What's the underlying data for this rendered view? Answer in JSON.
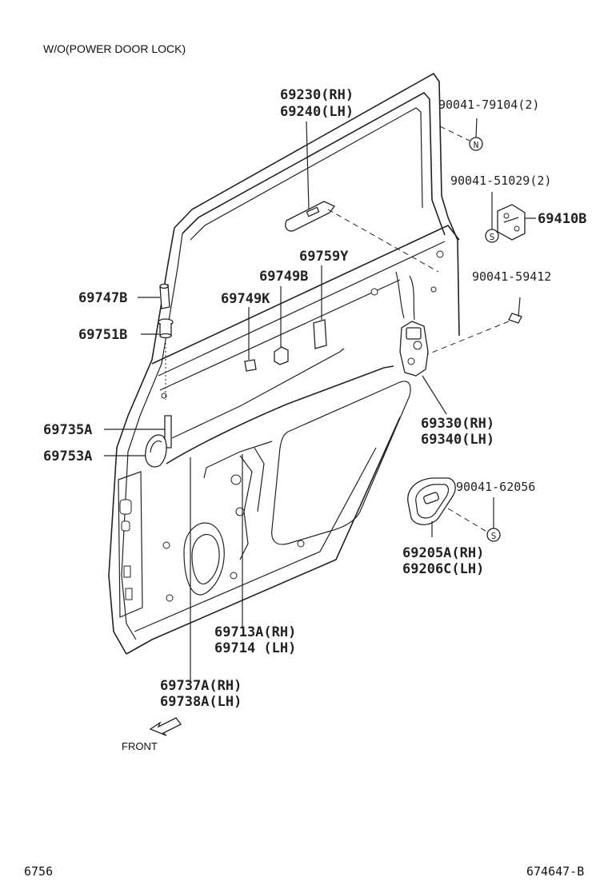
{
  "header": {
    "title": "W/O(POWER DOOR LOCK)"
  },
  "footer": {
    "left": "6756",
    "right": "674647-B"
  },
  "front_label": "FRONT",
  "callouts": {
    "p69230": "69230(RH)",
    "p69240": "69240(LH)",
    "p90041_79104": "90041-79104(2)",
    "p90041_51029": "90041-51029(2)",
    "p69410B": "69410B",
    "p69759Y": "69759Y",
    "p69749B": "69749B",
    "p90041_59412": "90041-59412",
    "p69747B": "69747B",
    "p69749K": "69749K",
    "p69751B": "69751B",
    "p69735A": "69735A",
    "p69753A": "69753A",
    "p69330": "69330(RH)",
    "p69340": "69340(LH)",
    "p90041_62056": "90041-62056",
    "p69205A": "69205A(RH)",
    "p69206C": "69206C(LH)",
    "p69713A": "69713A(RH)",
    "p69714": "69714 (LH)",
    "p69737A": "69737A(RH)",
    "p69738A": "69738A(LH)"
  },
  "markers": {
    "n": "N",
    "s1": "S",
    "s2": "S"
  }
}
